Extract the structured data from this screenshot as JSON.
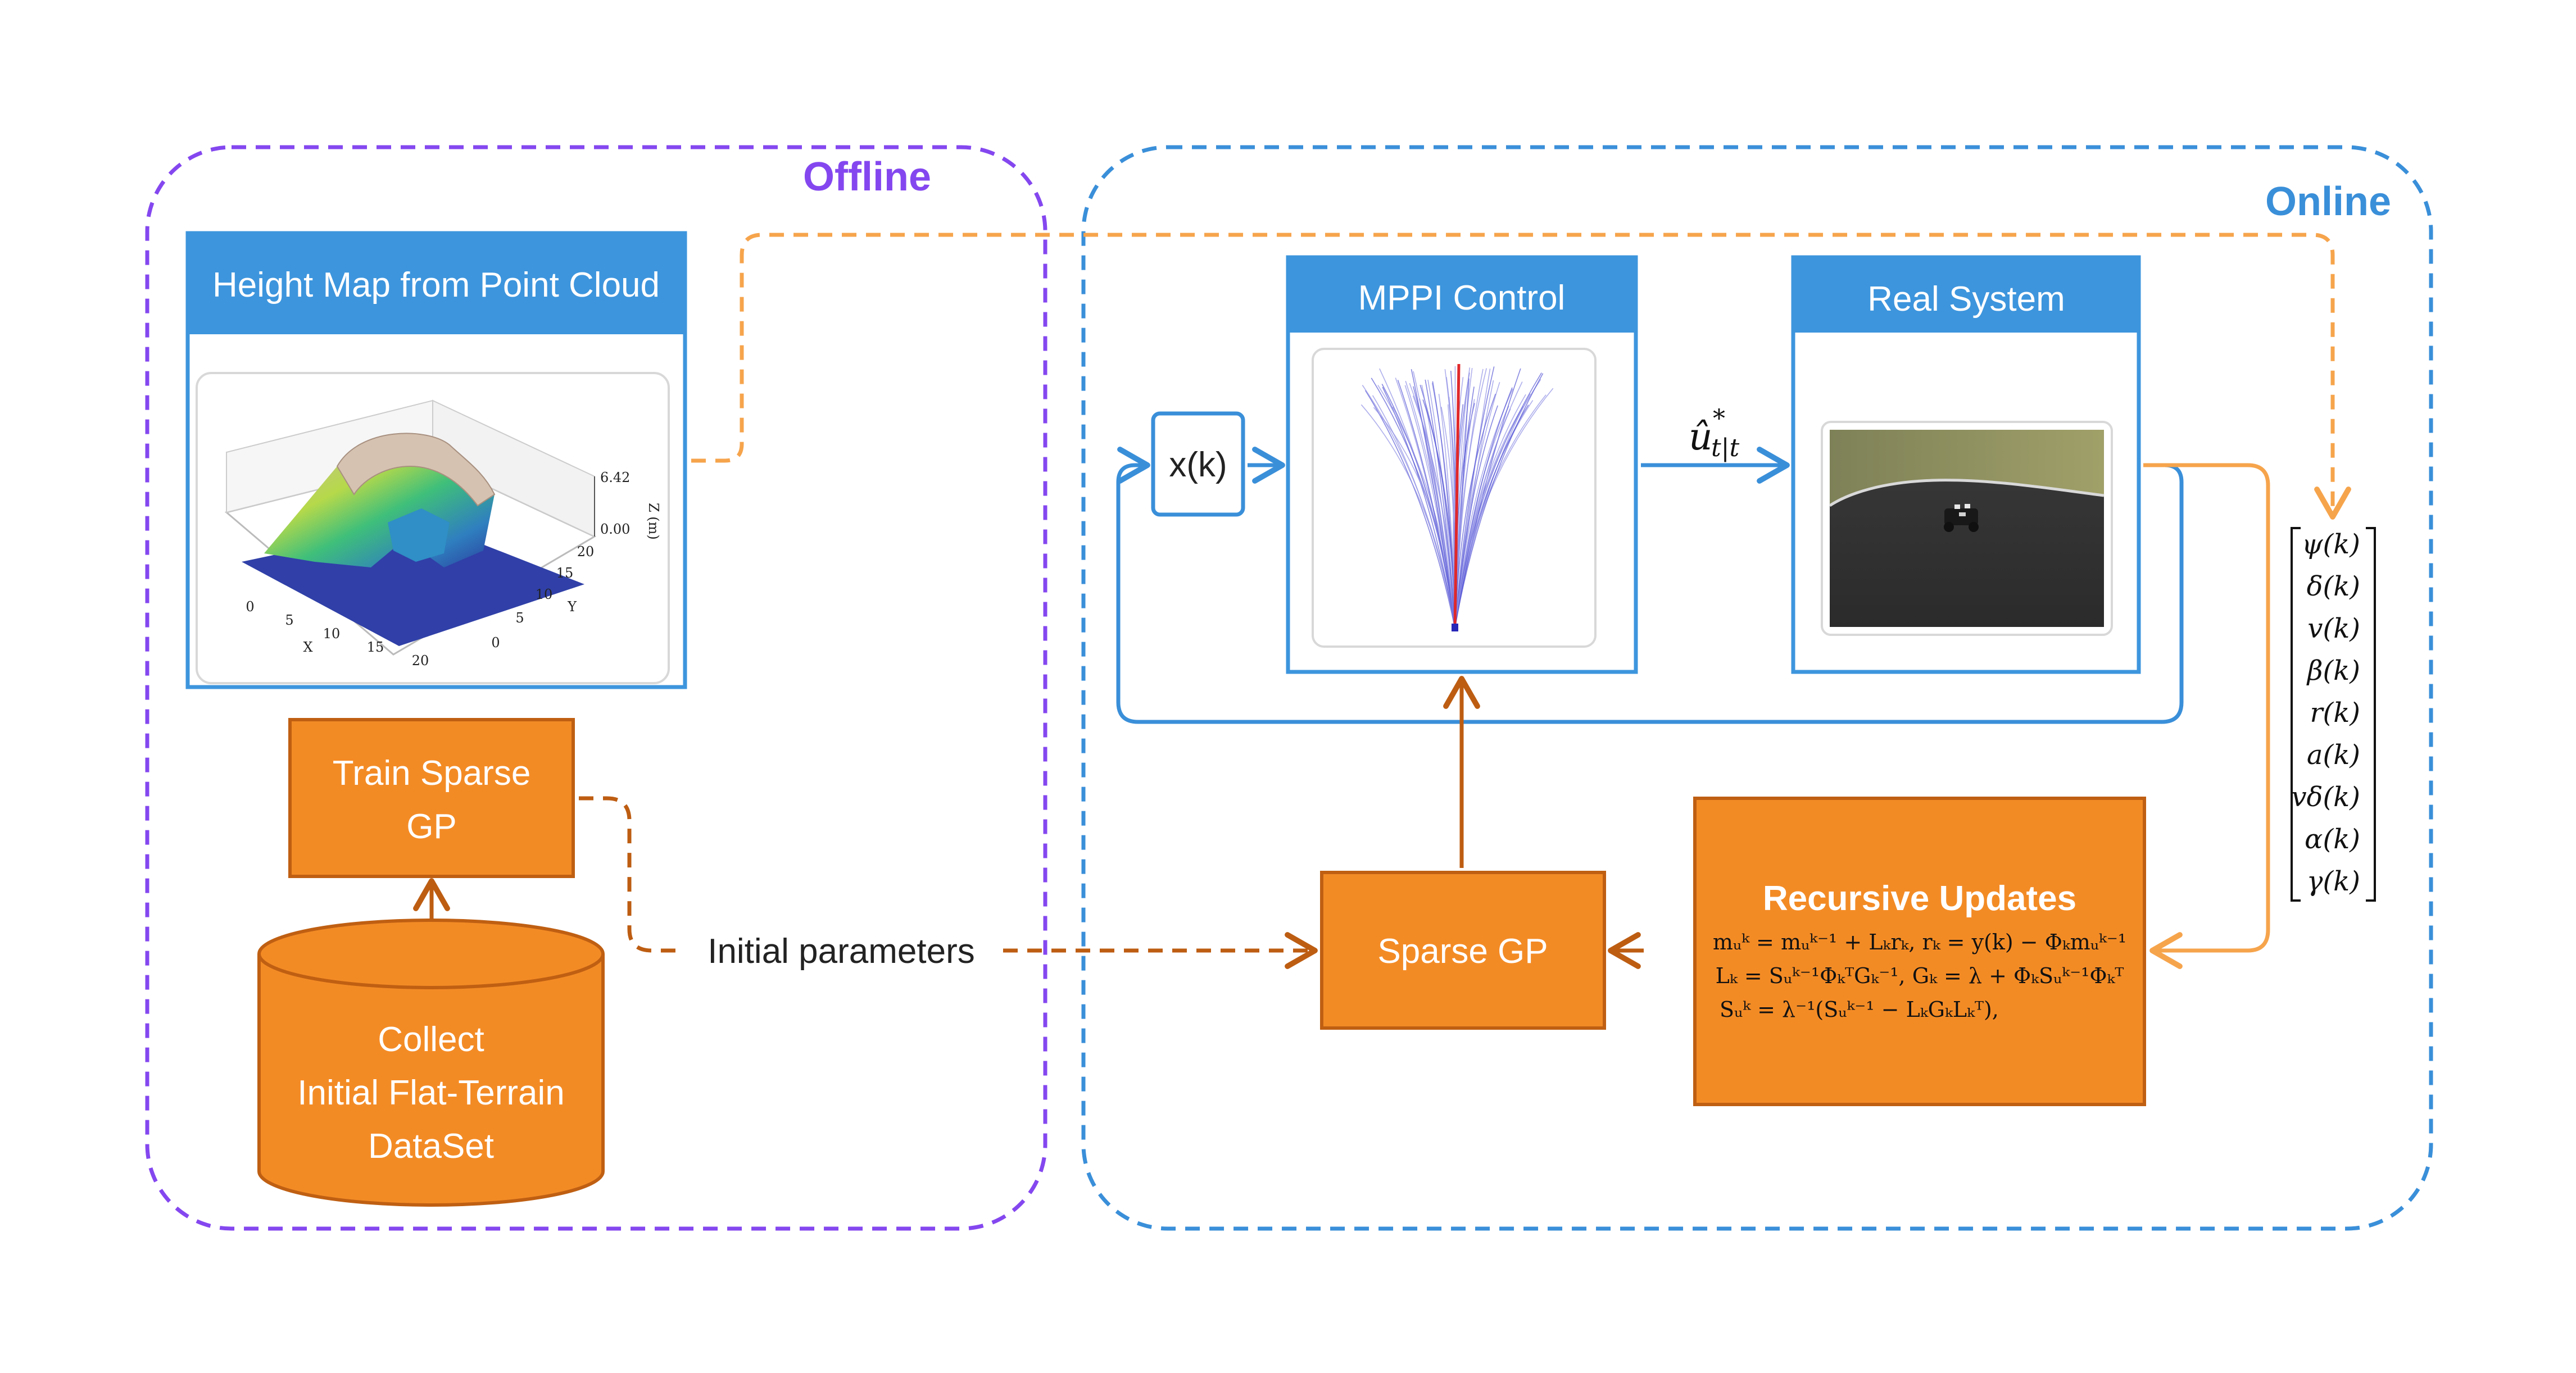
{
  "offline": {
    "label": "Offline",
    "height_map": {
      "title": "Height Map from Point Cloud",
      "plot": {
        "z_axis_label": "Z (m)",
        "z_ticks": [
          "6.42",
          "0.00"
        ],
        "x_axis_label": "X",
        "x_ticks": [
          "0",
          "5",
          "10",
          "15",
          "20"
        ],
        "y_axis_label": "Y",
        "y_ticks": [
          "0",
          "5",
          "10",
          "15",
          "20"
        ]
      }
    },
    "train_gp": {
      "line1": "Train Sparse",
      "line2": "GP"
    },
    "collect": {
      "line1": "Collect",
      "line2": "Initial Flat-Terrain",
      "line3": "DataSet"
    }
  },
  "online": {
    "label": "Online",
    "state_input": "x(k)",
    "mppi": {
      "title": "MPPI Control"
    },
    "real_system": {
      "title": "Real System"
    },
    "control_label": {
      "base": "û",
      "sup": "*",
      "sub": "t|t"
    },
    "state_vector": [
      "ψ(k)",
      "δ(k)",
      "v(k)",
      "β(k)",
      "r(k)",
      "a(k)",
      "vδ(k)",
      "α(k)",
      "γ(k)"
    ],
    "sparse_gp": "Sparse GP",
    "recursive": {
      "title": "Recursive Updates",
      "eq1": "mᵤᵏ = mᵤᵏ⁻¹ + Lₖrₖ,  rₖ = y(k) − Φₖmᵤᵏ⁻¹",
      "eq2": "Lₖ = Sᵤᵏ⁻¹ΦₖᵀGₖ⁻¹,  Gₖ = λ + ΦₖSᵤᵏ⁻¹Φₖᵀ",
      "eq3": "Sᵤᵏ = λ⁻¹(Sᵤᵏ⁻¹ − LₖGₖLₖᵀ),"
    }
  },
  "initial_parameters": "Initial parameters",
  "colors": {
    "offline": "#8447ef",
    "online": "#3a8fd9",
    "header_blue": "#3d95dd",
    "box_orange": "#f38b25",
    "box_border": "#bf5f12",
    "light_orange": "#f6a44c",
    "dark_orange": "#bd5d12"
  }
}
